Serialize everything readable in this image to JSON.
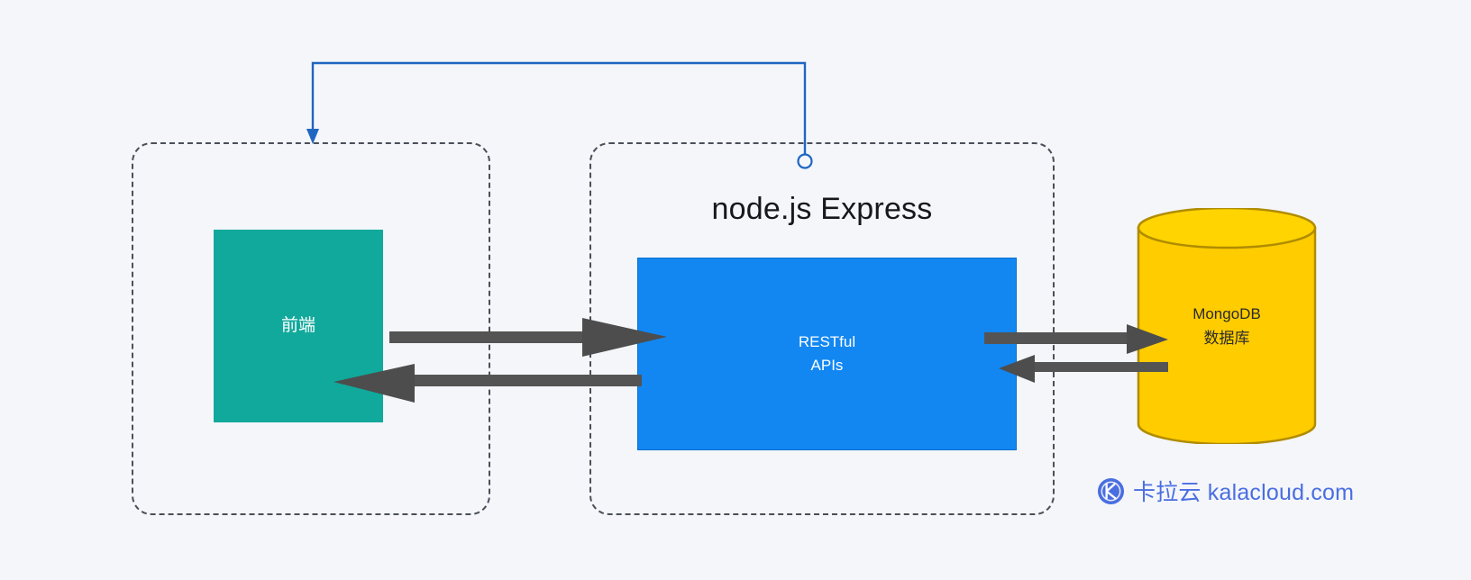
{
  "diagram": {
    "background_color": "#f4f6fa",
    "title": "node.js Express",
    "groups": [
      {
        "id": "frontend-group",
        "label": "",
        "border_style": "dashed",
        "border_color": "#4a4f58"
      },
      {
        "id": "server-group",
        "label": "node.js Express",
        "border_style": "dashed",
        "border_color": "#4a4f58"
      }
    ],
    "nodes": [
      {
        "id": "frontend",
        "label": "前端",
        "shape": "rectangle",
        "fill": "#11a99b",
        "text_color": "#ffffff"
      },
      {
        "id": "restful-apis",
        "label_line1": "RESTful",
        "label_line2": "APIs",
        "shape": "rectangle",
        "fill": "#1287f2",
        "stroke": "#0d6fcc",
        "text_color": "#ffffff"
      },
      {
        "id": "mongodb",
        "label_line1": "MongoDB",
        "label_line2": "数据库",
        "shape": "cylinder",
        "fill": "#ffcc00",
        "stroke": "#b38f00",
        "text_color": "#2b2b2b"
      }
    ],
    "connectors": [
      {
        "id": "frontend-to-api",
        "from": "frontend",
        "to": "restful-apis",
        "direction": "right",
        "color": "#545454",
        "style": "solid-block-arrow"
      },
      {
        "id": "api-to-frontend",
        "from": "restful-apis",
        "to": "frontend",
        "direction": "left",
        "color": "#545454",
        "style": "solid-block-arrow"
      },
      {
        "id": "api-to-db",
        "from": "restful-apis",
        "to": "mongodb",
        "direction": "right",
        "color": "#545454",
        "style": "solid-block-arrow"
      },
      {
        "id": "db-to-api",
        "from": "mongodb",
        "to": "restful-apis",
        "direction": "left",
        "color": "#545454",
        "style": "solid-block-arrow"
      },
      {
        "id": "server-group-to-frontend-group",
        "from": "server-group",
        "to": "frontend-group",
        "direction": "down-left",
        "color": "#1f66c1",
        "style": "orthogonal-thin-arrow",
        "source_endpoint": "circle"
      }
    ]
  },
  "watermark": {
    "brand_cn": "卡拉云",
    "domain": "kalacloud.com",
    "color": "#4a6ee0",
    "logo_color": "#4a6ee0"
  }
}
